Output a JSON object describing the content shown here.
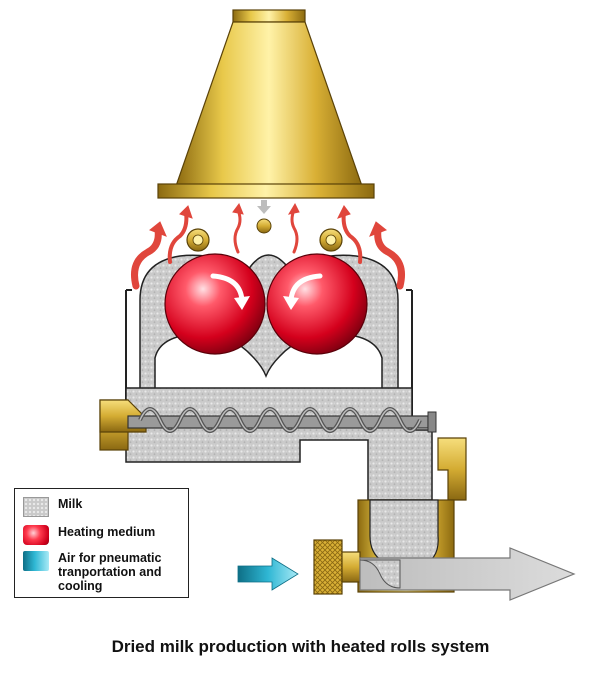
{
  "legend": {
    "items": [
      {
        "label": "Milk",
        "swatch": "milk",
        "color": "#c9c9c9"
      },
      {
        "label": "Heating medium",
        "swatch": "heat",
        "color": "#e0001c"
      },
      {
        "label": "Air for pneumatic tranportation and cooling",
        "swatch": "air",
        "color": "#2fb7d4"
      }
    ]
  },
  "caption": "Dried milk production with heated rolls system",
  "colors": {
    "brass": "#c9a227",
    "milk": "#c9c9c9",
    "heating": "#e0001c",
    "air": "#2fb7d4",
    "hot_air_arrow": "#e0463c"
  }
}
